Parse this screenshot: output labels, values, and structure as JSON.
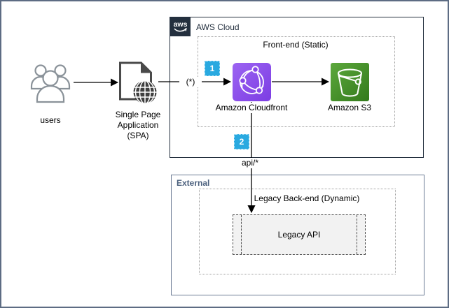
{
  "diagram": {
    "users": {
      "label": "users"
    },
    "spa": {
      "lines": [
        "Single Page",
        "Application",
        "(SPA)"
      ]
    },
    "aws_cloud": {
      "logo_text": "aws",
      "label": "AWS Cloud"
    },
    "front_end": {
      "label": "Front-end (Static)"
    },
    "cloudfront": {
      "label": "Amazon Cloudfront"
    },
    "s3": {
      "label": "Amazon S3"
    },
    "badges": {
      "step1": "1",
      "step2": "2"
    },
    "edges": {
      "spa_to_cloudfront_label": "(*)",
      "cloudfront_to_api_label": "api/*"
    },
    "external": {
      "label": "External"
    },
    "legacy_backend": {
      "label": "Legacy Back-end (Dynamic)"
    },
    "legacy_api": {
      "label": "Legacy API"
    },
    "colors": {
      "frame": "#5D6C83",
      "aws_dark": "#232F3E",
      "badge_blue": "#29A9E0",
      "cloudfront_purple_start": "#9C64F2",
      "cloudfront_purple_end": "#7C3DE3",
      "s3_green_start": "#5CA83C",
      "s3_green_end": "#337A1C",
      "external_border": "#6B7B94",
      "external_label": "#4C617E",
      "people_gray": "#8A9299",
      "document_gray": "#4A4A4A",
      "dashed_gray": "#9E9E9E",
      "legacy_api_fill": "#F2F2F2"
    }
  }
}
